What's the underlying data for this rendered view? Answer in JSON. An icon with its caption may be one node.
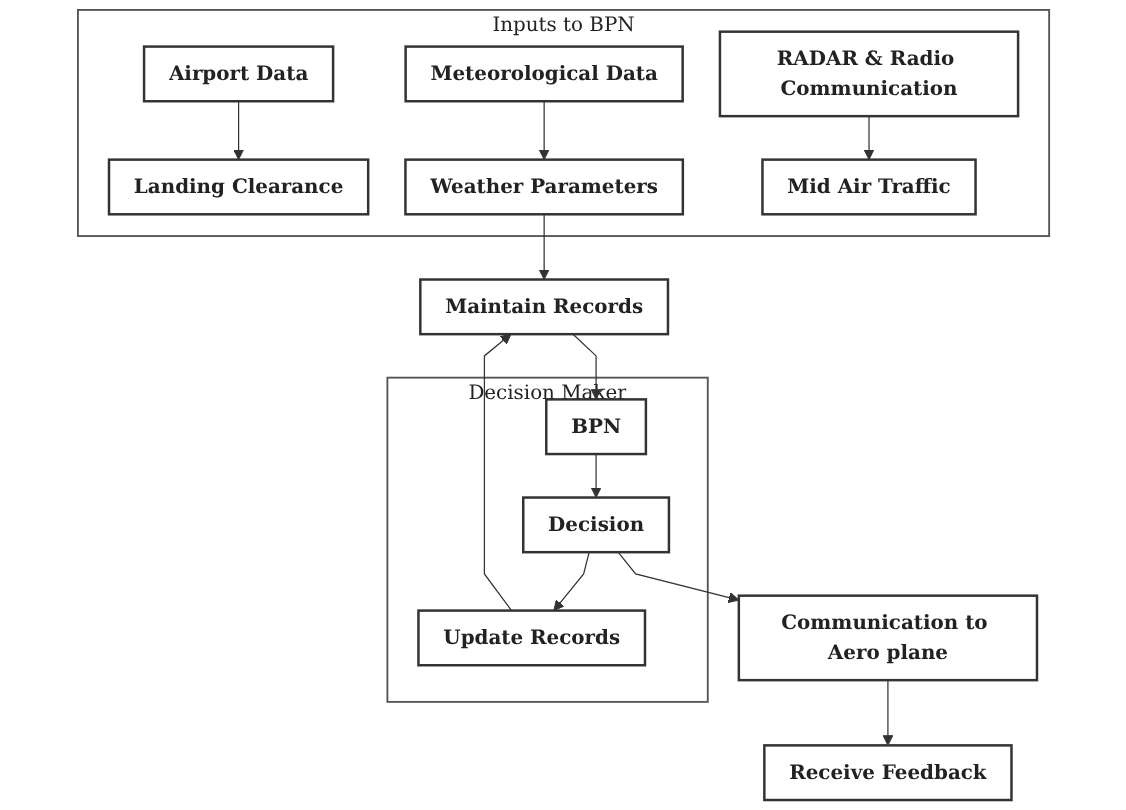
{
  "diagram": {
    "nodes": [
      {
        "text": [
          "Inputs to BPN"
        ]
      },
      {
        "text": [
          "Airport Data"
        ],
        "in": 0
      },
      {
        "text": [
          "Meteorological Data"
        ],
        "in": 0
      },
      {
        "text": [
          "RADAR & Radio Communication"
        ],
        "in": 0
      },
      {
        "text": [
          "Landing Clearance"
        ],
        "in": 0
      },
      {
        "text": [
          "Weather Parameters"
        ],
        "in": 0
      },
      {
        "text": [
          "Mid Air Traffic"
        ],
        "in": 0
      },
      {
        "text": [
          "Maintain Records"
        ]
      },
      {
        "text": [
          "Decision Maker"
        ]
      },
      {
        "text": [
          "BPN"
        ],
        "in": 8
      },
      {
        "text": [
          "Decision"
        ],
        "in": 8
      },
      {
        "text": [
          "Update Records"
        ],
        "in": 8
      },
      {
        "text": [
          "Communication to Aero plane"
        ]
      },
      {
        "text": [
          "Receive Feedback"
        ]
      }
    ],
    "edges": [
      {
        "from": 1,
        "to": 4,
        "arrow": "to"
      },
      {
        "from": 2,
        "to": 5,
        "arrow": "to"
      },
      {
        "from": 3,
        "to": 6,
        "arrow": "to"
      },
      {
        "from": 5,
        "to": 7,
        "arrow": "to"
      },
      {
        "from": 7,
        "to": 9,
        "arrow": "to"
      },
      {
        "from": 9,
        "to": 10,
        "arrow": "to"
      },
      {
        "from": 10,
        "to": 11,
        "arrow": "to"
      },
      {
        "from": 11,
        "to": 7,
        "arrow": "to"
      },
      {
        "from": 10,
        "to": 12,
        "arrow": "to"
      },
      {
        "from": 12,
        "to": 13,
        "arrow": "to"
      }
    ]
  }
}
